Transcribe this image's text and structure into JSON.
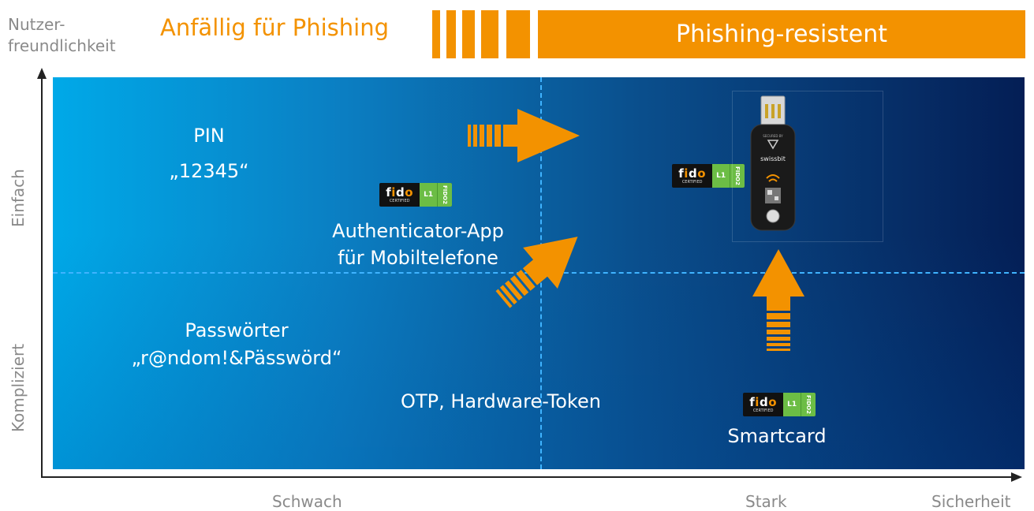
{
  "header": {
    "usability_label": "Nutzer-\nfreundlichkeit",
    "vulnerable_label": "Anfällig für Phishing",
    "resistant_label": "Phishing-resistent"
  },
  "axes": {
    "y_simple": "Einfach",
    "y_complex": "Kompliziert",
    "x_weak": "Schwach",
    "x_strong": "Stark",
    "x_title": "Sicherheit"
  },
  "items": {
    "pin_title": "PIN",
    "pin_example": "„12345“",
    "auth_app_line1": "Authenticator-App",
    "auth_app_line2": "für Mobiltelefone",
    "passwords_title": "Passwörter",
    "passwords_example": "„r@ndom!&Pässwörd“",
    "otp": "OTP, Hardware-Token",
    "smartcard": "Smartcard"
  },
  "badge": {
    "brand": "fido",
    "certified": "CERTIFIED",
    "level": "L1",
    "standard": "FIDO2"
  },
  "usb_key": {
    "secured_by": "SECURED BY",
    "brand": "swissbit"
  },
  "colors": {
    "orange": "#f39200",
    "panel_left": "#00a9e8",
    "panel_right": "#041e55",
    "dashed": "#3fb3ff",
    "fido_green": "#6cbd45"
  }
}
